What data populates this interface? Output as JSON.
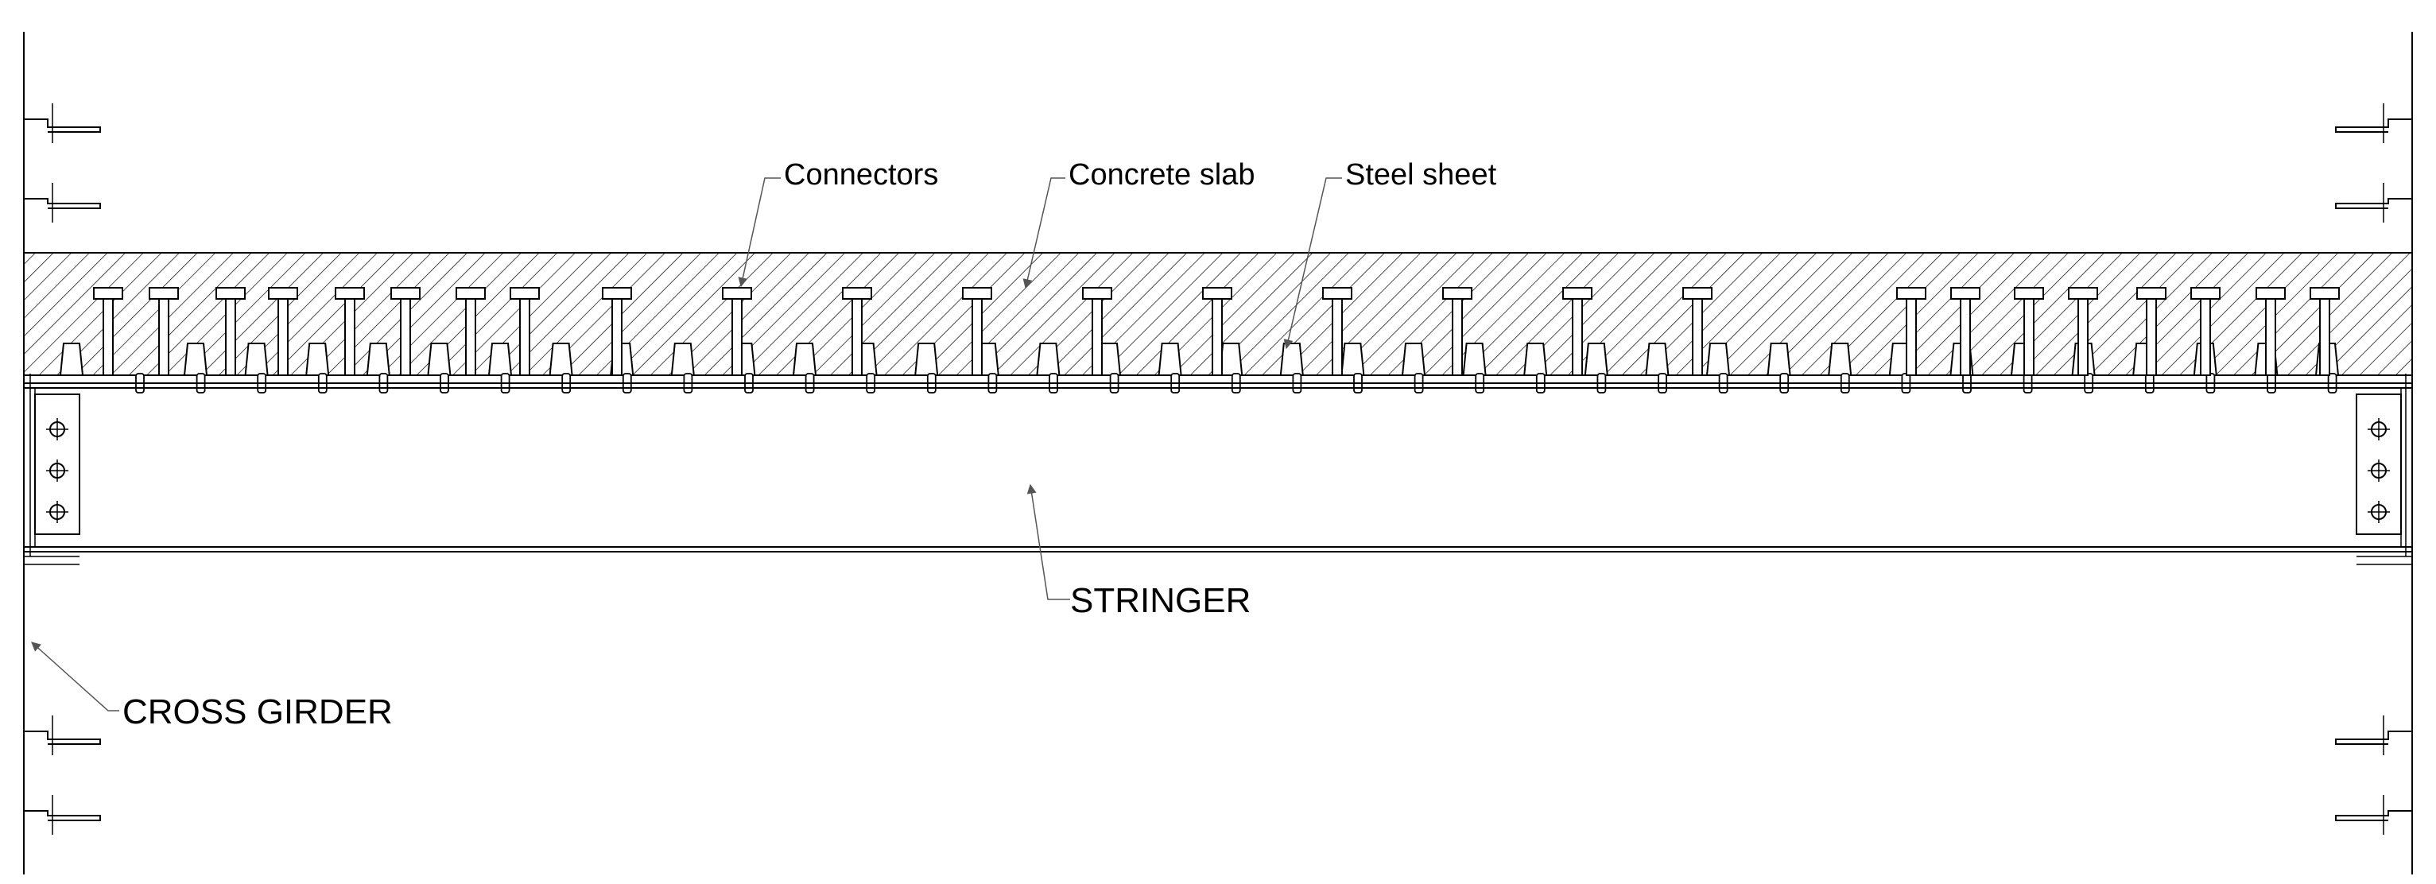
{
  "labels": {
    "connectors": "Connectors",
    "concrete_slab": "Concrete slab",
    "steel_sheet": "Steel sheet",
    "stringer": "STRINGER",
    "cross_girder": "CROSS GIRDER"
  },
  "colors": {
    "line": "#000000",
    "leader": "#555555",
    "background": "#ffffff"
  },
  "components": {
    "connector_type": "headed stud",
    "bolt_holes_per_end": 3
  }
}
